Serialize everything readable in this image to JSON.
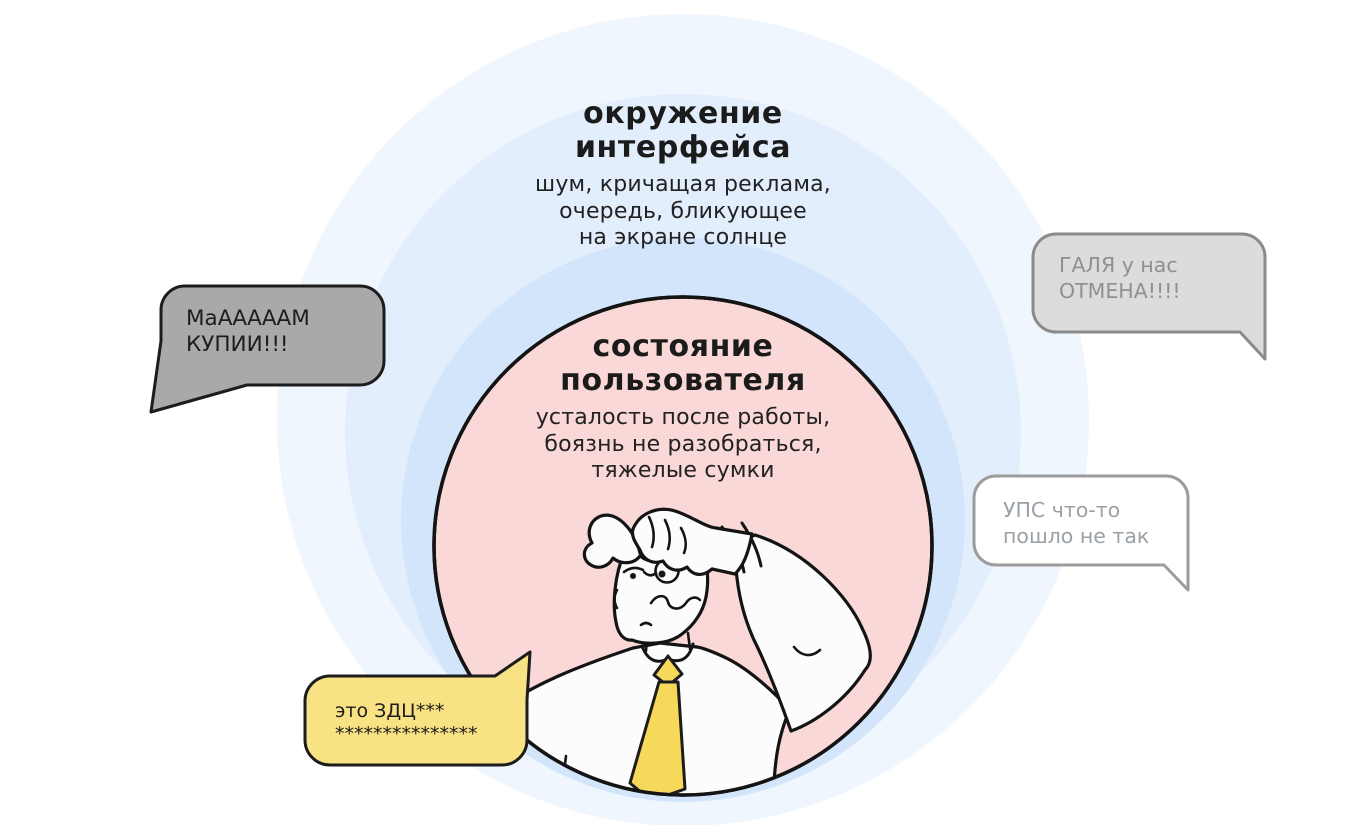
{
  "page": {
    "background": "#ffffff"
  },
  "environment_ring": {
    "title": "окружение\nинтерфейса",
    "description": "шум, кричащая реклама,\nочередь, бликующее\nна экране солнце"
  },
  "user_state_circle": {
    "title": "состояние\nпользователя",
    "description": "усталость после работы,\nбоязнь не разобраться,\nтяжелые сумки"
  },
  "speech_bubbles": {
    "mom_buy": {
      "text": "МаАААААМ\nКУПИИ!!!",
      "fill": "#a9a9a9",
      "outline": "#1c1c1c",
      "text_color": "#1d1d1d"
    },
    "galya_cancel": {
      "text": "ГАЛЯ у нас\nОТМЕНА!!!!",
      "fill": "#dcdcdc",
      "outline": "#8b8b8b",
      "text_color": "#8d9194"
    },
    "oops": {
      "text": "УПС что-то\nпошло не так",
      "fill": "#ffffff",
      "outline": "#9c9c9c",
      "text_color": "#9aa1a6"
    },
    "zdc": {
      "text": "это ЗДЦ***\n***************",
      "fill": "#f8e283",
      "outline": "#161616",
      "text_color": "#1d1d1d"
    }
  },
  "illustration": {
    "name": "confused-man-scratching-head",
    "circle_fill": "#f9d8d7",
    "ring_color_outer": "#f0f6fe",
    "ring_color_middle": "#e3eefd",
    "ring_color_inner": "#d2e5fb",
    "shirt_color": "#fcfcfd",
    "tie_color": "#f6d95b",
    "line_color": "#141414"
  }
}
